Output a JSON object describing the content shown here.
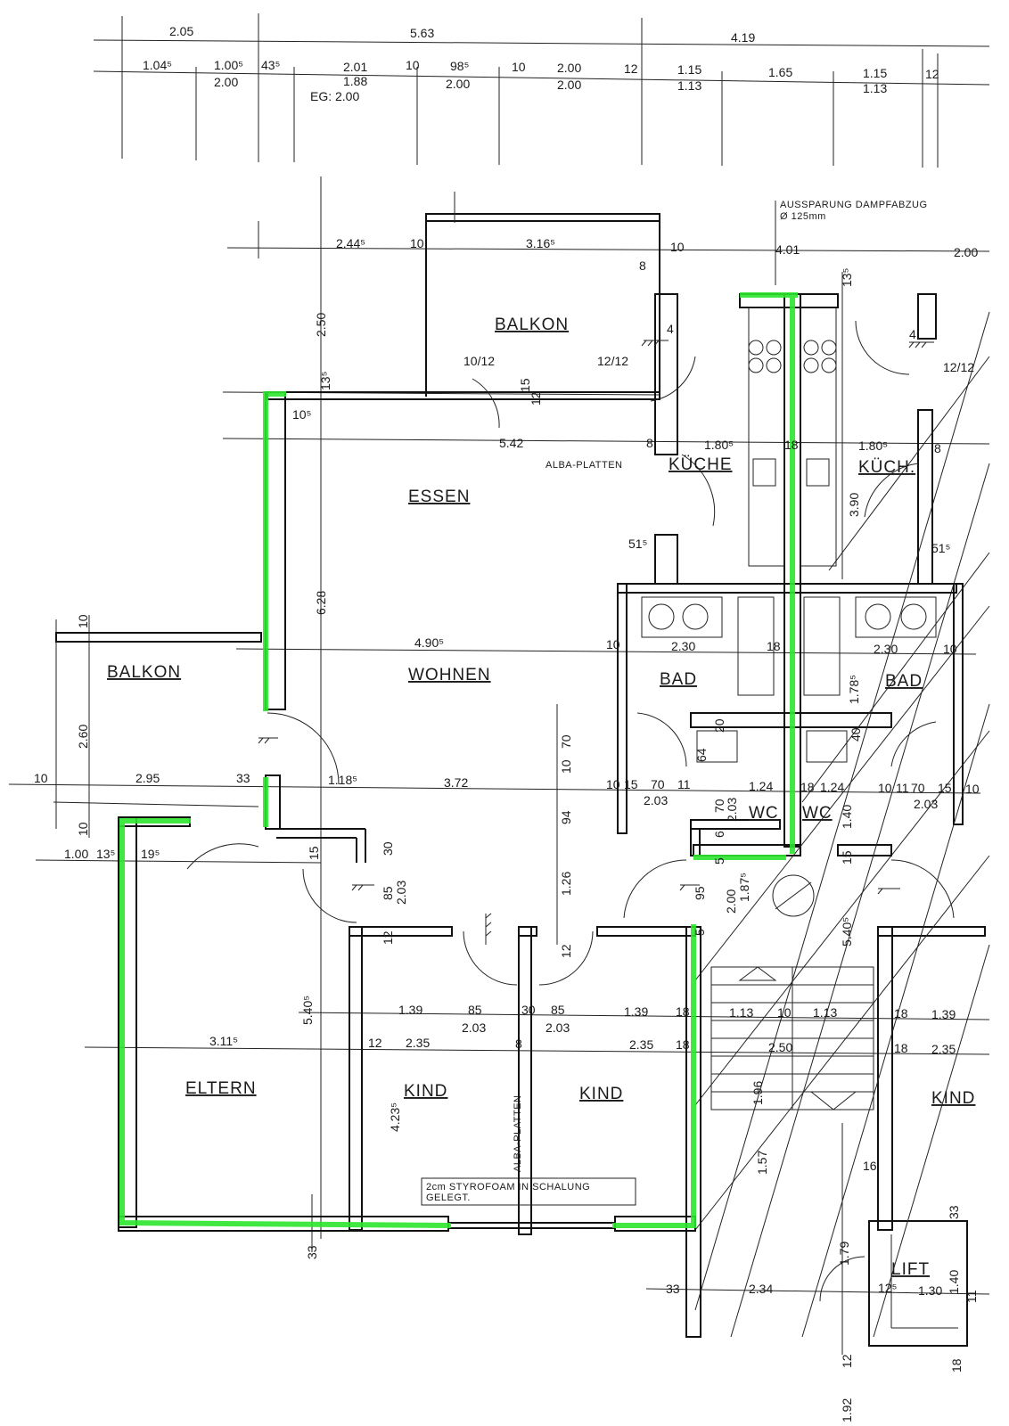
{
  "top_dims": {
    "row1": [
      "2.05",
      "5.63",
      "4.19"
    ],
    "row2": [
      "1.04⁵",
      "1.00⁵",
      "43⁵",
      "2.01",
      "10",
      "98⁵",
      "10",
      "2.00",
      "12",
      "1.15",
      "1.65",
      "1.15",
      "12"
    ],
    "row3": [
      "2.00",
      "1.88",
      "2.00",
      "2.00",
      "1.13",
      "1.13"
    ],
    "eg": "EG: 2.00"
  },
  "rooms": {
    "balkon_top": "BALKON",
    "balkon_left": "BALKON",
    "essen": "ESSEN",
    "wohnen": "WOHNEN",
    "kueche": "KÜCHE",
    "kueche2": "KÜCH.",
    "bad1": "BAD",
    "bad2": "BAD",
    "wc1": "WC",
    "wc2": "WC",
    "eltern": "ELTERN",
    "kind1": "KIND",
    "kind2": "KIND",
    "kind3": "KIND",
    "lift": "LIFT"
  },
  "notes": {
    "aussparung_1": "AUSSPARUNG DAMPFABZUG",
    "aussparung_2": "Ø 125mm",
    "alba_platten": "ALBA-PLATTEN",
    "alba_platten_v": "ALBA-PLATTEN",
    "styro_1": "2cm STYROFOAM IN SCHALUNG",
    "styro_2": "GELEGT."
  },
  "dims": {
    "d2445": "2.44⁵",
    "d10a": "10",
    "d3165": "3.16⁵",
    "d10b": "10",
    "d401": "4.01",
    "d200r": "2.00",
    "d8a": "8",
    "d135a": "13⁵",
    "d250": "2.50",
    "d1012": "10/12",
    "d1212a": "12/12",
    "d1212b": "12/12",
    "d4a": "4",
    "d4b": "4",
    "d15s": "15",
    "d12s": "12",
    "d135b": "13⁵",
    "d105": "10⁵",
    "d542": "5.42",
    "d8b": "8",
    "d1805a": "1.80⁵",
    "d18a": "18",
    "d1805b": "1.80⁵",
    "d8c": "8",
    "d390": "3.90",
    "d515a": "51⁵",
    "d515b": "51⁵",
    "d628": "6.28",
    "d10c": "10",
    "d4905": "4.90⁵",
    "d10d": "10",
    "d230a": "2.30",
    "d18b": "18",
    "d230b": "2.30",
    "d10e": "10",
    "d178": "1.78⁵",
    "d10f": "10",
    "d260": "2.60",
    "d10g": "10",
    "d295": "2.95",
    "d33a": "33",
    "d1185": "1.18⁵",
    "d372": "3.72",
    "d70a": "70",
    "d10h": "10",
    "d94": "94",
    "d10i": "10",
    "d15a": "15",
    "d70b": "70",
    "d11a": "11",
    "d203a": "2.03",
    "d124a": "1.24",
    "d18c": "18",
    "d124b": "1.24",
    "d10j": "10",
    "d11b": "11",
    "d70c": "70",
    "d15b": "15",
    "d10k": "10",
    "d203b": "2.03",
    "d100": "1.00",
    "d135c": "13⁵",
    "d195": "19⁵",
    "d15c": "15",
    "d30a": "30",
    "d85a": "85",
    "d203c": "2.03",
    "d126": "1.26",
    "d95": "95",
    "d200m": "2.00",
    "d1875": "1.87⁵",
    "d5405a": "5.40⁵",
    "d5405b": "5.40⁵",
    "d12a": "12",
    "d5a": "5",
    "d12b": "12",
    "d139a": "1.39",
    "d85b": "85",
    "d30b": "30",
    "d85c": "85",
    "d139b": "1.39",
    "d18d": "18",
    "d113a": "1.13",
    "d10l": "10",
    "d113b": "1.13",
    "d18e": "18",
    "d139c": "1.39",
    "d203d": "2.03",
    "d203e": "2.03",
    "d3115": "3.11⁵",
    "d12c": "12",
    "d235a": "2.35",
    "d8d": "8",
    "d235b": "2.35",
    "d18f": "18",
    "d250b": "2.50",
    "d18g": "18",
    "d235c": "2.35",
    "d4235": "4.23⁵",
    "d196": "1.96",
    "d157": "1.57",
    "d16": "16",
    "d33b": "33",
    "d179": "1.79",
    "d33c": "33",
    "d33d": "33",
    "d234": "2.34",
    "d125": "12⁵",
    "d130": "1.30",
    "d140a": "1.40",
    "d140b": "1.40",
    "d11c": "11",
    "d12d": "12",
    "d18h": "18",
    "d192": "1.92",
    "d64": "64",
    "d10m": "10",
    "d20": "20",
    "d40": "40",
    "d70d": "70",
    "d203f": "2.03",
    "d6": "6",
    "d5b": "5",
    "d15d": "15"
  }
}
